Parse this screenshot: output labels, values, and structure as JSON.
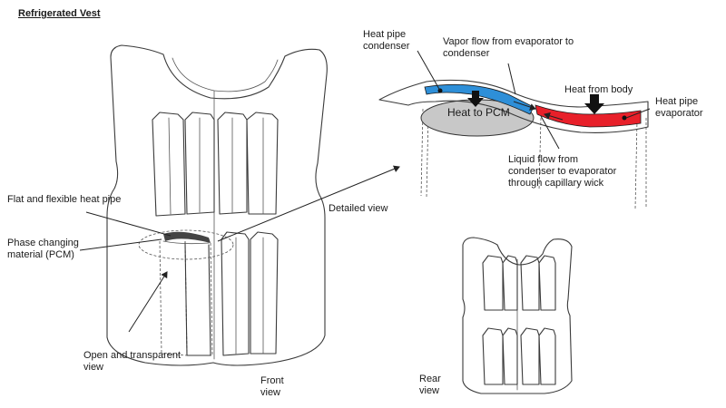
{
  "title": "Refrigerated Vest",
  "labels": {
    "flat_heat_pipe": "Flat and flexible heat pipe",
    "pcm": "Phase changing material (PCM)",
    "open_view": "Open and transparent view",
    "front_view": "Front view",
    "rear_view": "Rear view",
    "detailed_view": "Detailed view",
    "heat_pipe_condenser": "Heat pipe condenser",
    "vapor_flow": "Vapor flow from evaporator to condenser",
    "heat_from_body": "Heat from body",
    "heat_pipe_evaporator": "Heat pipe evaporator",
    "heat_to_pcm": "Heat to PCM",
    "liquid_flow": "Liquid flow from condenser to evaporator through capillary wick"
  },
  "colors": {
    "condenser": "#2e8fd8",
    "evaporator": "#e8202a",
    "pcm_fill": "#c8c8c8",
    "line": "#3a3a3a"
  }
}
